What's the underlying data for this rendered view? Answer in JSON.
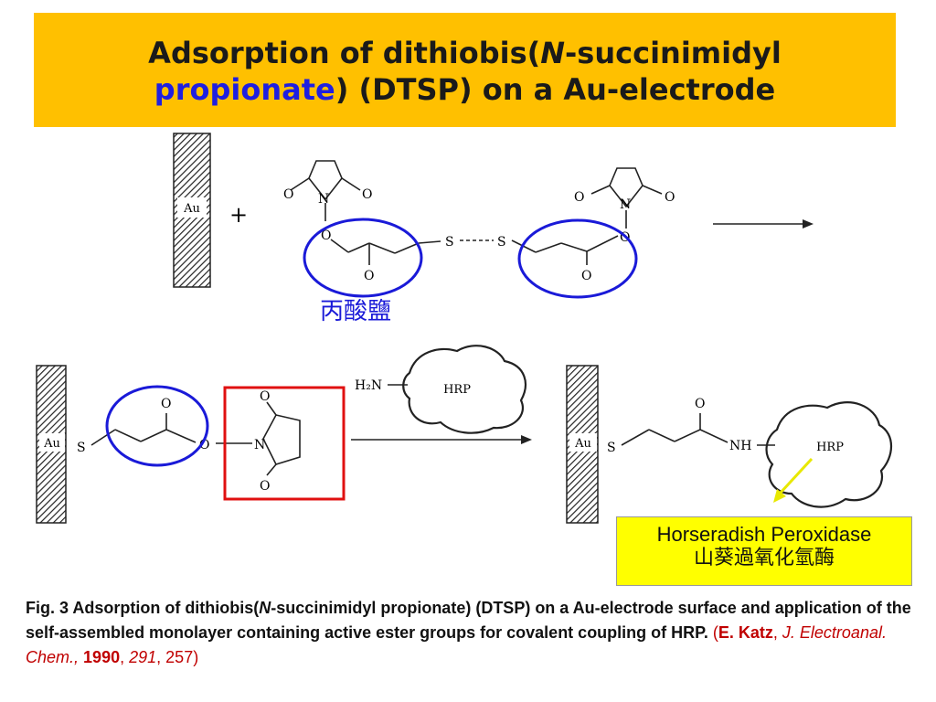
{
  "title": {
    "part1": "Adsorption of dithiobis(",
    "italic_n": "N",
    "part2": "-succinimidyl",
    "part3_blue": "propionate",
    "part4": ") (DTSP) on a Au-electrode"
  },
  "scheme": {
    "au_label": "Au",
    "plus": "+",
    "atom_o": "O",
    "atom_n": "N",
    "atom_s": "S",
    "atom_nh": "NH",
    "h2n": "H₂N",
    "hrp": "HRP"
  },
  "annotations": {
    "propionate_cn": "丙酸鹽",
    "hrp_name_en": "Horseradish Peroxidase",
    "hrp_name_cn": "山葵過氧化氫酶"
  },
  "caption": {
    "fig_prefix": "Fig. 3  Adsorption of dithiobis(",
    "italic_n": "N",
    "fig_rest": "-succinimidyl propionate) (DTSP) on a Au-electrode surface and application of the self-assembled monolayer containing active ester groups for covalent coupling of HRP.",
    "open_paren": "(",
    "author": "E. Katz",
    "comma1": ",",
    "journal": "J. Electroanal. Chem.,",
    "year": "1990",
    "comma2": ",",
    "volume": "291",
    "pages": ", 257)"
  },
  "colors": {
    "title_bg": "#FFC000",
    "title_accent": "#1F1FE0",
    "circle": "#1A1AD8",
    "square": "#E01010",
    "pointer": "#E8E800",
    "hrp_box_bg": "#FFFF00",
    "reference": "#C00000"
  }
}
